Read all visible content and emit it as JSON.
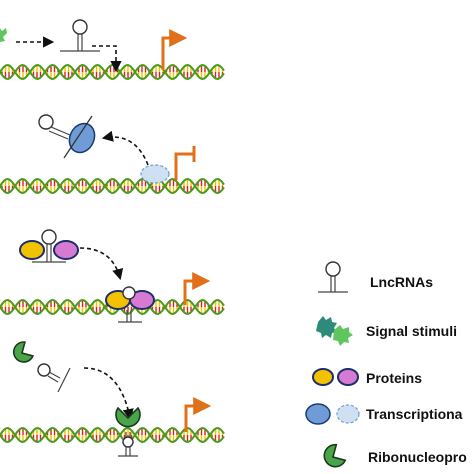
{
  "legend": {
    "lncrna_label": "LncRNAs",
    "signal_label": "Signal stimuli",
    "proteins_label": "Proteins",
    "tf_label": "Transcriptiona",
    "rnp_label": "Ribonucleopro"
  },
  "colors": {
    "dna_strand": "#4a9a1e",
    "rung_red": "#e02020",
    "rung_yellow": "#f0c000",
    "promoter_orange": "#e0701a",
    "protein_yellow": "#f2c200",
    "protein_pink": "#d67ad2",
    "tf_blue": "#6f9bd6",
    "tf_ghost": "#cfe0f3",
    "ribonucleoprotein_green": "#4aa54a",
    "signal_teal": "#2e8b7a",
    "signal_green": "#5fc65f"
  },
  "icons": [
    "lncrna-hairpin-icon",
    "signal-stimulus-icon",
    "protein-icon",
    "transcription-factor-icon",
    "ribonucleoprotein-icon",
    "promoter-arrow-icon",
    "dna-helix-icon"
  ]
}
